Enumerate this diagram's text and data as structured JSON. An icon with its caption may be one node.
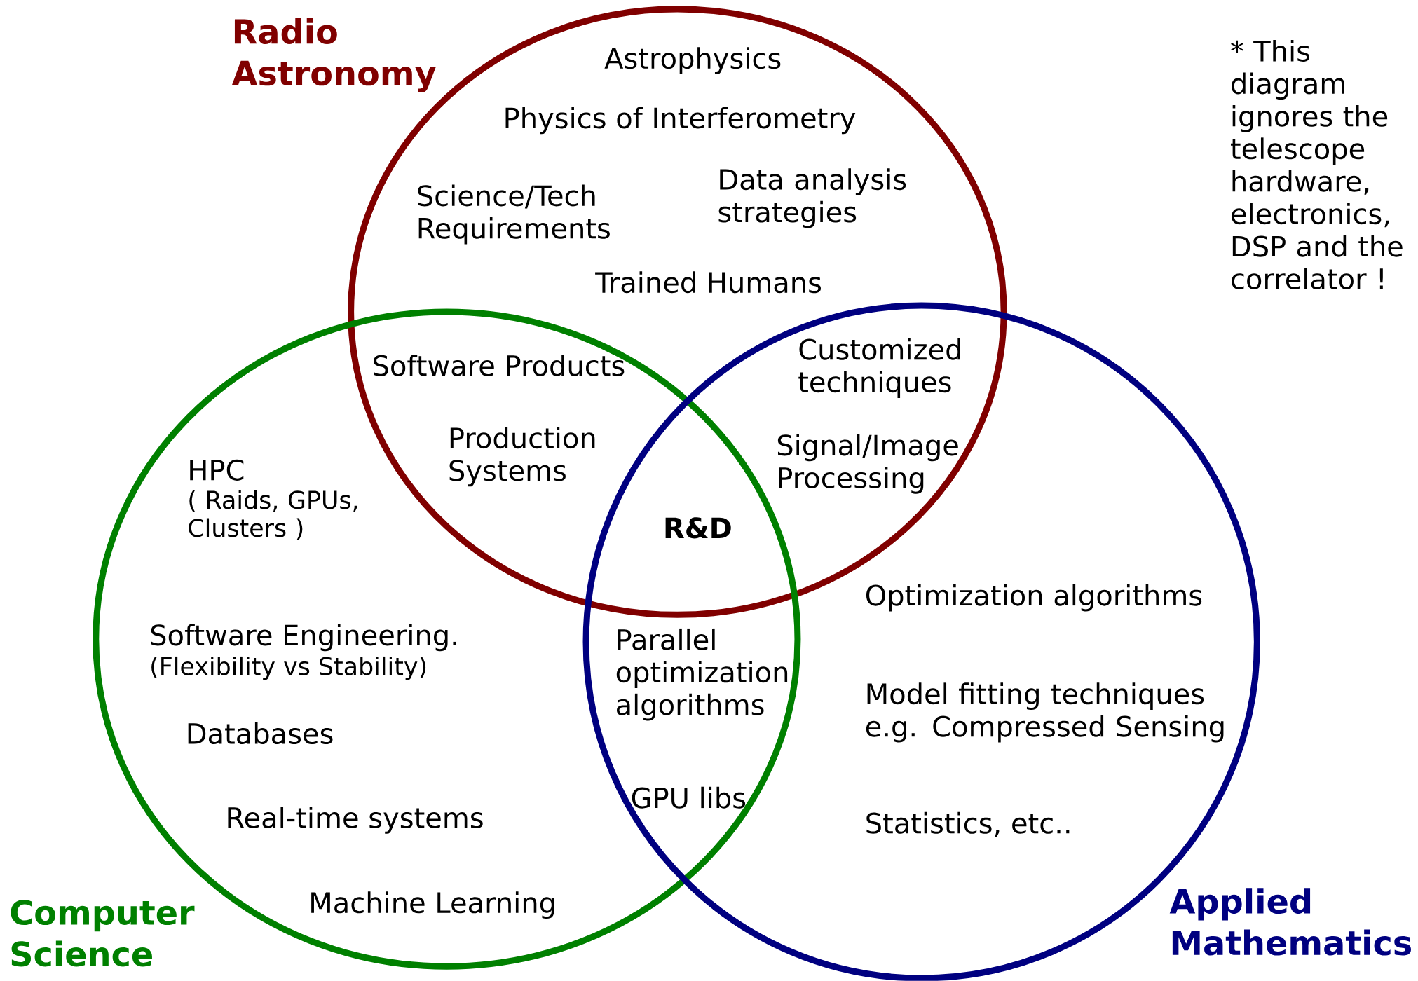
{
  "diagram": {
    "nodes": [
      {
        "text": [
          "Radio Astronomy"
        ]
      },
      {
        "text": [
          "Computer Science"
        ]
      },
      {
        "text": [
          "Applied Mathematics"
        ]
      }
    ],
    "labels": [
      "Astrophysics",
      "Physics of Interferometry",
      "Science/Tech Requirements",
      "Data analysis strategies",
      "Trained Humans",
      "* This diagram ignores the telescope hardware, electronics, DSP and the correlator !",
      "Software Products",
      "Customized techniques",
      "Production Systems",
      "Signal/Image Processing",
      "HPC",
      "( Raids, GPUs, Clusters )",
      "R&D",
      "Optimization algorithms",
      "Software Engineering.",
      "(Flexibility vs Stability)",
      "Parallel optimization algorithms",
      "Model fitting techniques e.g. Compressed Sensing",
      "Databases",
      "GPU libs",
      "Statistics, etc..",
      "Real-time systems",
      "Machine Learning"
    ]
  }
}
